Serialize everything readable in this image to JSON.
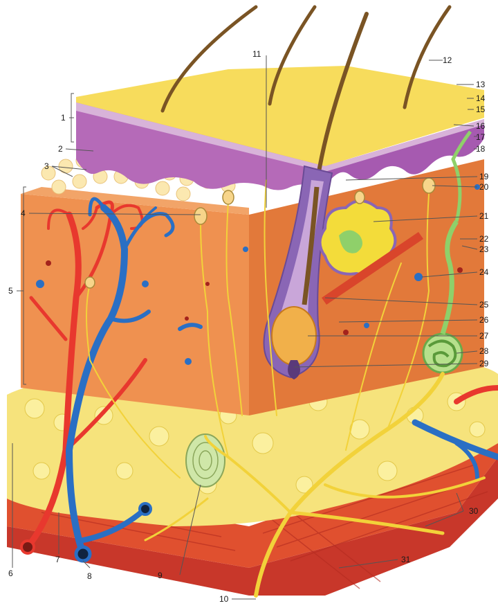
{
  "labels": [
    {
      "id": "1",
      "text": "1"
    },
    {
      "id": "2",
      "text": "2"
    },
    {
      "id": "3",
      "text": "3"
    },
    {
      "id": "4",
      "text": "4"
    },
    {
      "id": "5",
      "text": "5"
    },
    {
      "id": "6",
      "text": "6"
    },
    {
      "id": "7",
      "text": "7"
    },
    {
      "id": "8",
      "text": "8"
    },
    {
      "id": "9",
      "text": "9"
    },
    {
      "id": "10",
      "text": "10"
    },
    {
      "id": "11",
      "text": "11"
    },
    {
      "id": "12",
      "text": "12"
    },
    {
      "id": "13",
      "text": "13"
    },
    {
      "id": "14",
      "text": "14"
    },
    {
      "id": "15",
      "text": "15"
    },
    {
      "id": "16",
      "text": "16"
    },
    {
      "id": "17",
      "text": "17"
    },
    {
      "id": "18",
      "text": "18"
    },
    {
      "id": "19",
      "text": "19"
    },
    {
      "id": "20",
      "text": "20"
    },
    {
      "id": "21",
      "text": "21"
    },
    {
      "id": "22",
      "text": "22"
    },
    {
      "id": "23",
      "text": "23"
    },
    {
      "id": "24",
      "text": "24"
    },
    {
      "id": "25",
      "text": "25"
    },
    {
      "id": "26",
      "text": "26"
    },
    {
      "id": "27",
      "text": "27"
    },
    {
      "id": "28",
      "text": "28"
    },
    {
      "id": "29",
      "text": "29"
    },
    {
      "id": "30",
      "text": "30"
    },
    {
      "id": "31",
      "text": "31"
    }
  ],
  "colors": {
    "epidermis_top": "#f7dc5c",
    "epidermis_purple": "#b56ab8",
    "dermis": "#e98a45",
    "fat": "#f4e27a",
    "muscle": "#d9452b",
    "artery": "#e8382e",
    "vein": "#2a6fc4",
    "nerve": "#f2d23a",
    "follicle": "#8a66b5",
    "gland": "#8fd06a",
    "hair": "#7a5424"
  }
}
